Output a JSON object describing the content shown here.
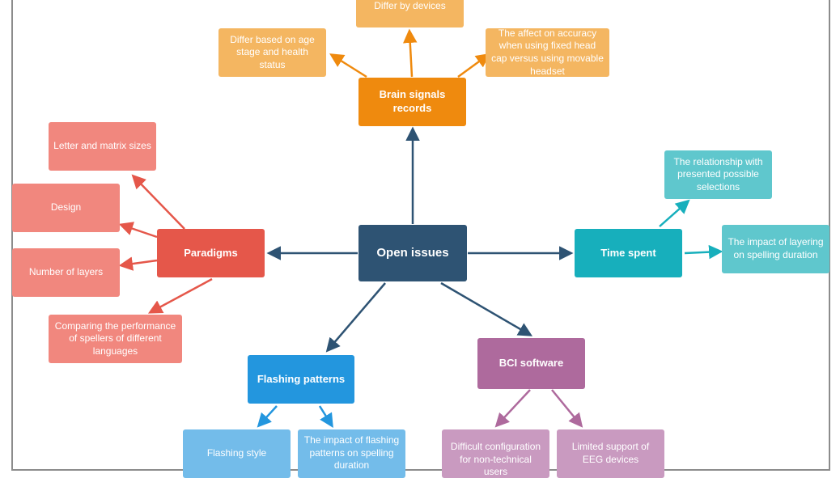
{
  "colors": {
    "center": "#2e5373",
    "brain": "#ef8a0e",
    "brain_leaf": "#f4b661",
    "paradigm": "#e5574a",
    "paradigm_leaf": "#f1877e",
    "time": "#17afbc",
    "time_leaf": "#5fc7cd",
    "flash": "#2396de",
    "flash_leaf": "#73bcea",
    "bci": "#ae6a9d",
    "bci_leaf": "#c99ac0"
  },
  "nodes": {
    "center": "Open issues",
    "brain": "Brain signals records",
    "brain_age": "Differ based on age stage and health status",
    "brain_devices": "Differ by devices",
    "brain_accuracy": "The affect on accuracy when using fixed head cap versus using movable headset",
    "paradigms": "Paradigms",
    "par_letter": "Letter and matrix sizes",
    "par_design": "Design",
    "par_layers": "Number of layers",
    "par_compare": "Comparing the performance of spellers of different languages",
    "time": "Time spent",
    "time_relationship": "The relationship with presented possible selections",
    "time_layering": "The impact of layering on spelling duration",
    "flashing": "Flashing patterns",
    "flash_style": "Flashing style",
    "flash_impact": "The impact of flashing patterns on spelling duration",
    "bci": "BCI software",
    "bci_config": "Difficult configuration for non-technical users",
    "bci_support": "Limited support of EEG devices"
  }
}
